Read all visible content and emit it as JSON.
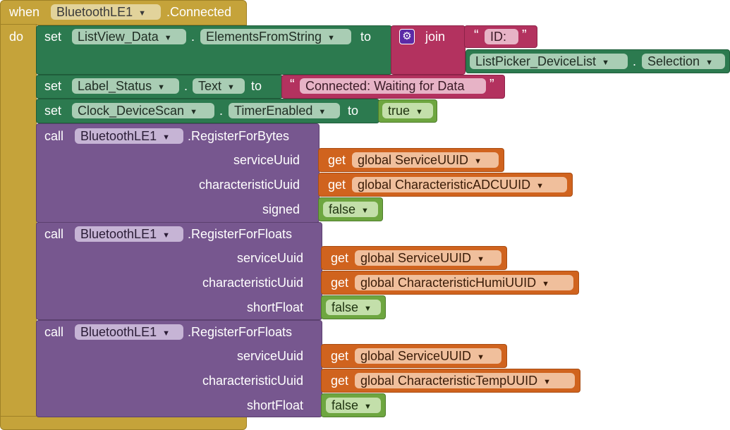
{
  "event": {
    "when": "when",
    "component": "BluetoothLE1",
    "event_name": ".Connected",
    "do": "do"
  },
  "stmt1": {
    "set": "set",
    "component": "ListView_Data",
    "dot": ".",
    "property": "ElementsFromString",
    "to": "to",
    "join": "join",
    "text_value": "ID:",
    "picker": "ListPicker_DeviceList",
    "picker_dot": ".",
    "picker_property": "Selection"
  },
  "stmt2": {
    "set": "set",
    "component": "Label_Status",
    "dot": ".",
    "property": "Text",
    "to": "to",
    "text_value": "Connected: Waiting for Data"
  },
  "stmt3": {
    "set": "set",
    "component": "Clock_DeviceScan",
    "dot": ".",
    "property": "TimerEnabled",
    "to": "to",
    "value": "true"
  },
  "call1": {
    "call": "call",
    "component": "BluetoothLE1",
    "method": ".RegisterForBytes",
    "args": [
      {
        "label": "serviceUuid",
        "get": "get",
        "var": "global ServiceUUID"
      },
      {
        "label": "characteristicUuid",
        "get": "get",
        "var": "global CharacteristicADCUUID"
      },
      {
        "label": "signed",
        "value": "false"
      }
    ]
  },
  "call2": {
    "call": "call",
    "component": "BluetoothLE1",
    "method": ".RegisterForFloats",
    "args": [
      {
        "label": "serviceUuid",
        "get": "get",
        "var": "global ServiceUUID"
      },
      {
        "label": "characteristicUuid",
        "get": "get",
        "var": "global CharacteristicHumiUUID"
      },
      {
        "label": "shortFloat",
        "value": "false"
      }
    ]
  },
  "call3": {
    "call": "call",
    "component": "BluetoothLE1",
    "method": ".RegisterForFloats",
    "args": [
      {
        "label": "serviceUuid",
        "get": "get",
        "var": "global ServiceUUID"
      },
      {
        "label": "characteristicUuid",
        "get": "get",
        "var": "global CharacteristicTempUUID"
      },
      {
        "label": "shortFloat",
        "value": "false"
      }
    ]
  },
  "icons": {
    "dropdown": "triangle-down-icon",
    "mutator": "gear-icon"
  },
  "colors": {
    "event": "#c5a33a",
    "setter": "#2c7a4f",
    "text": "#b3325f",
    "call": "#77578f",
    "variable": "#d0631e",
    "logic": "#6ea640"
  }
}
